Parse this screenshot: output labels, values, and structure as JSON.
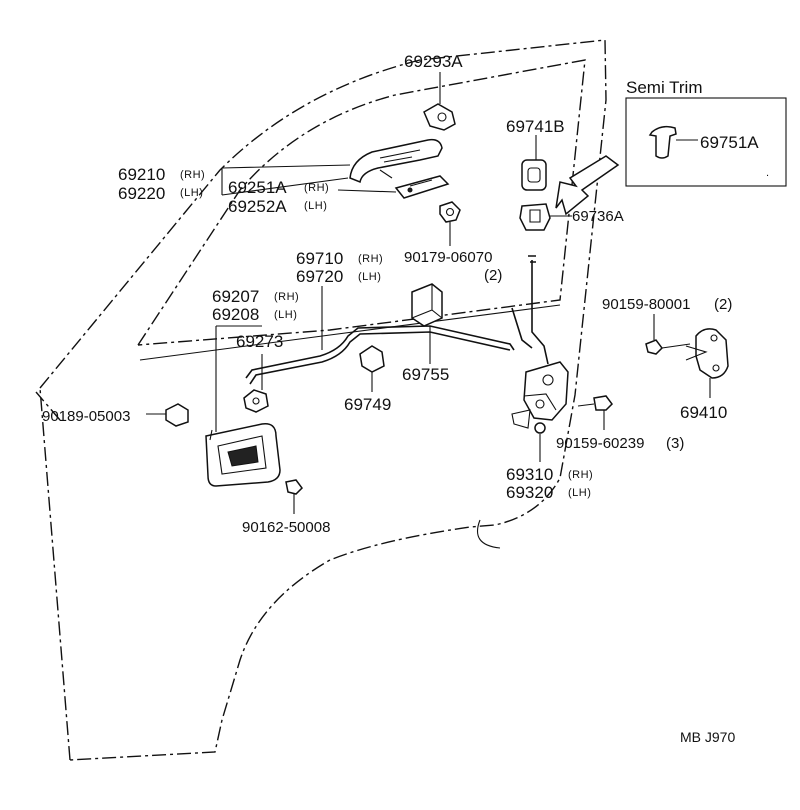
{
  "inset": {
    "title": "Semi Trim",
    "part": "69751A"
  },
  "labels": {
    "p69293A": "69293A",
    "p69741B": "69741B",
    "p69736A": "69736A",
    "p69210": "69210",
    "p69220": "69220",
    "p69251A": "69251A",
    "p69252A": "69252A",
    "p90179": "90179-06070",
    "p90179_qty": "(2)",
    "p69710": "69710",
    "p69720": "69720",
    "p69207": "69207",
    "p69208": "69208",
    "p69273": "69273",
    "p69755": "69755",
    "p69749": "69749",
    "p90189": "90189-05003",
    "p90159a": "90159-80001",
    "p90159a_qty": "(2)",
    "p69410": "69410",
    "p90159b": "90159-60239",
    "p90159b_qty": "(3)",
    "p69310": "69310",
    "p69320": "69320",
    "p90162": "90162-50008"
  },
  "sides": {
    "rh": "(RH)",
    "lh": "(LH)"
  },
  "footer": {
    "code": "MB  J970"
  }
}
